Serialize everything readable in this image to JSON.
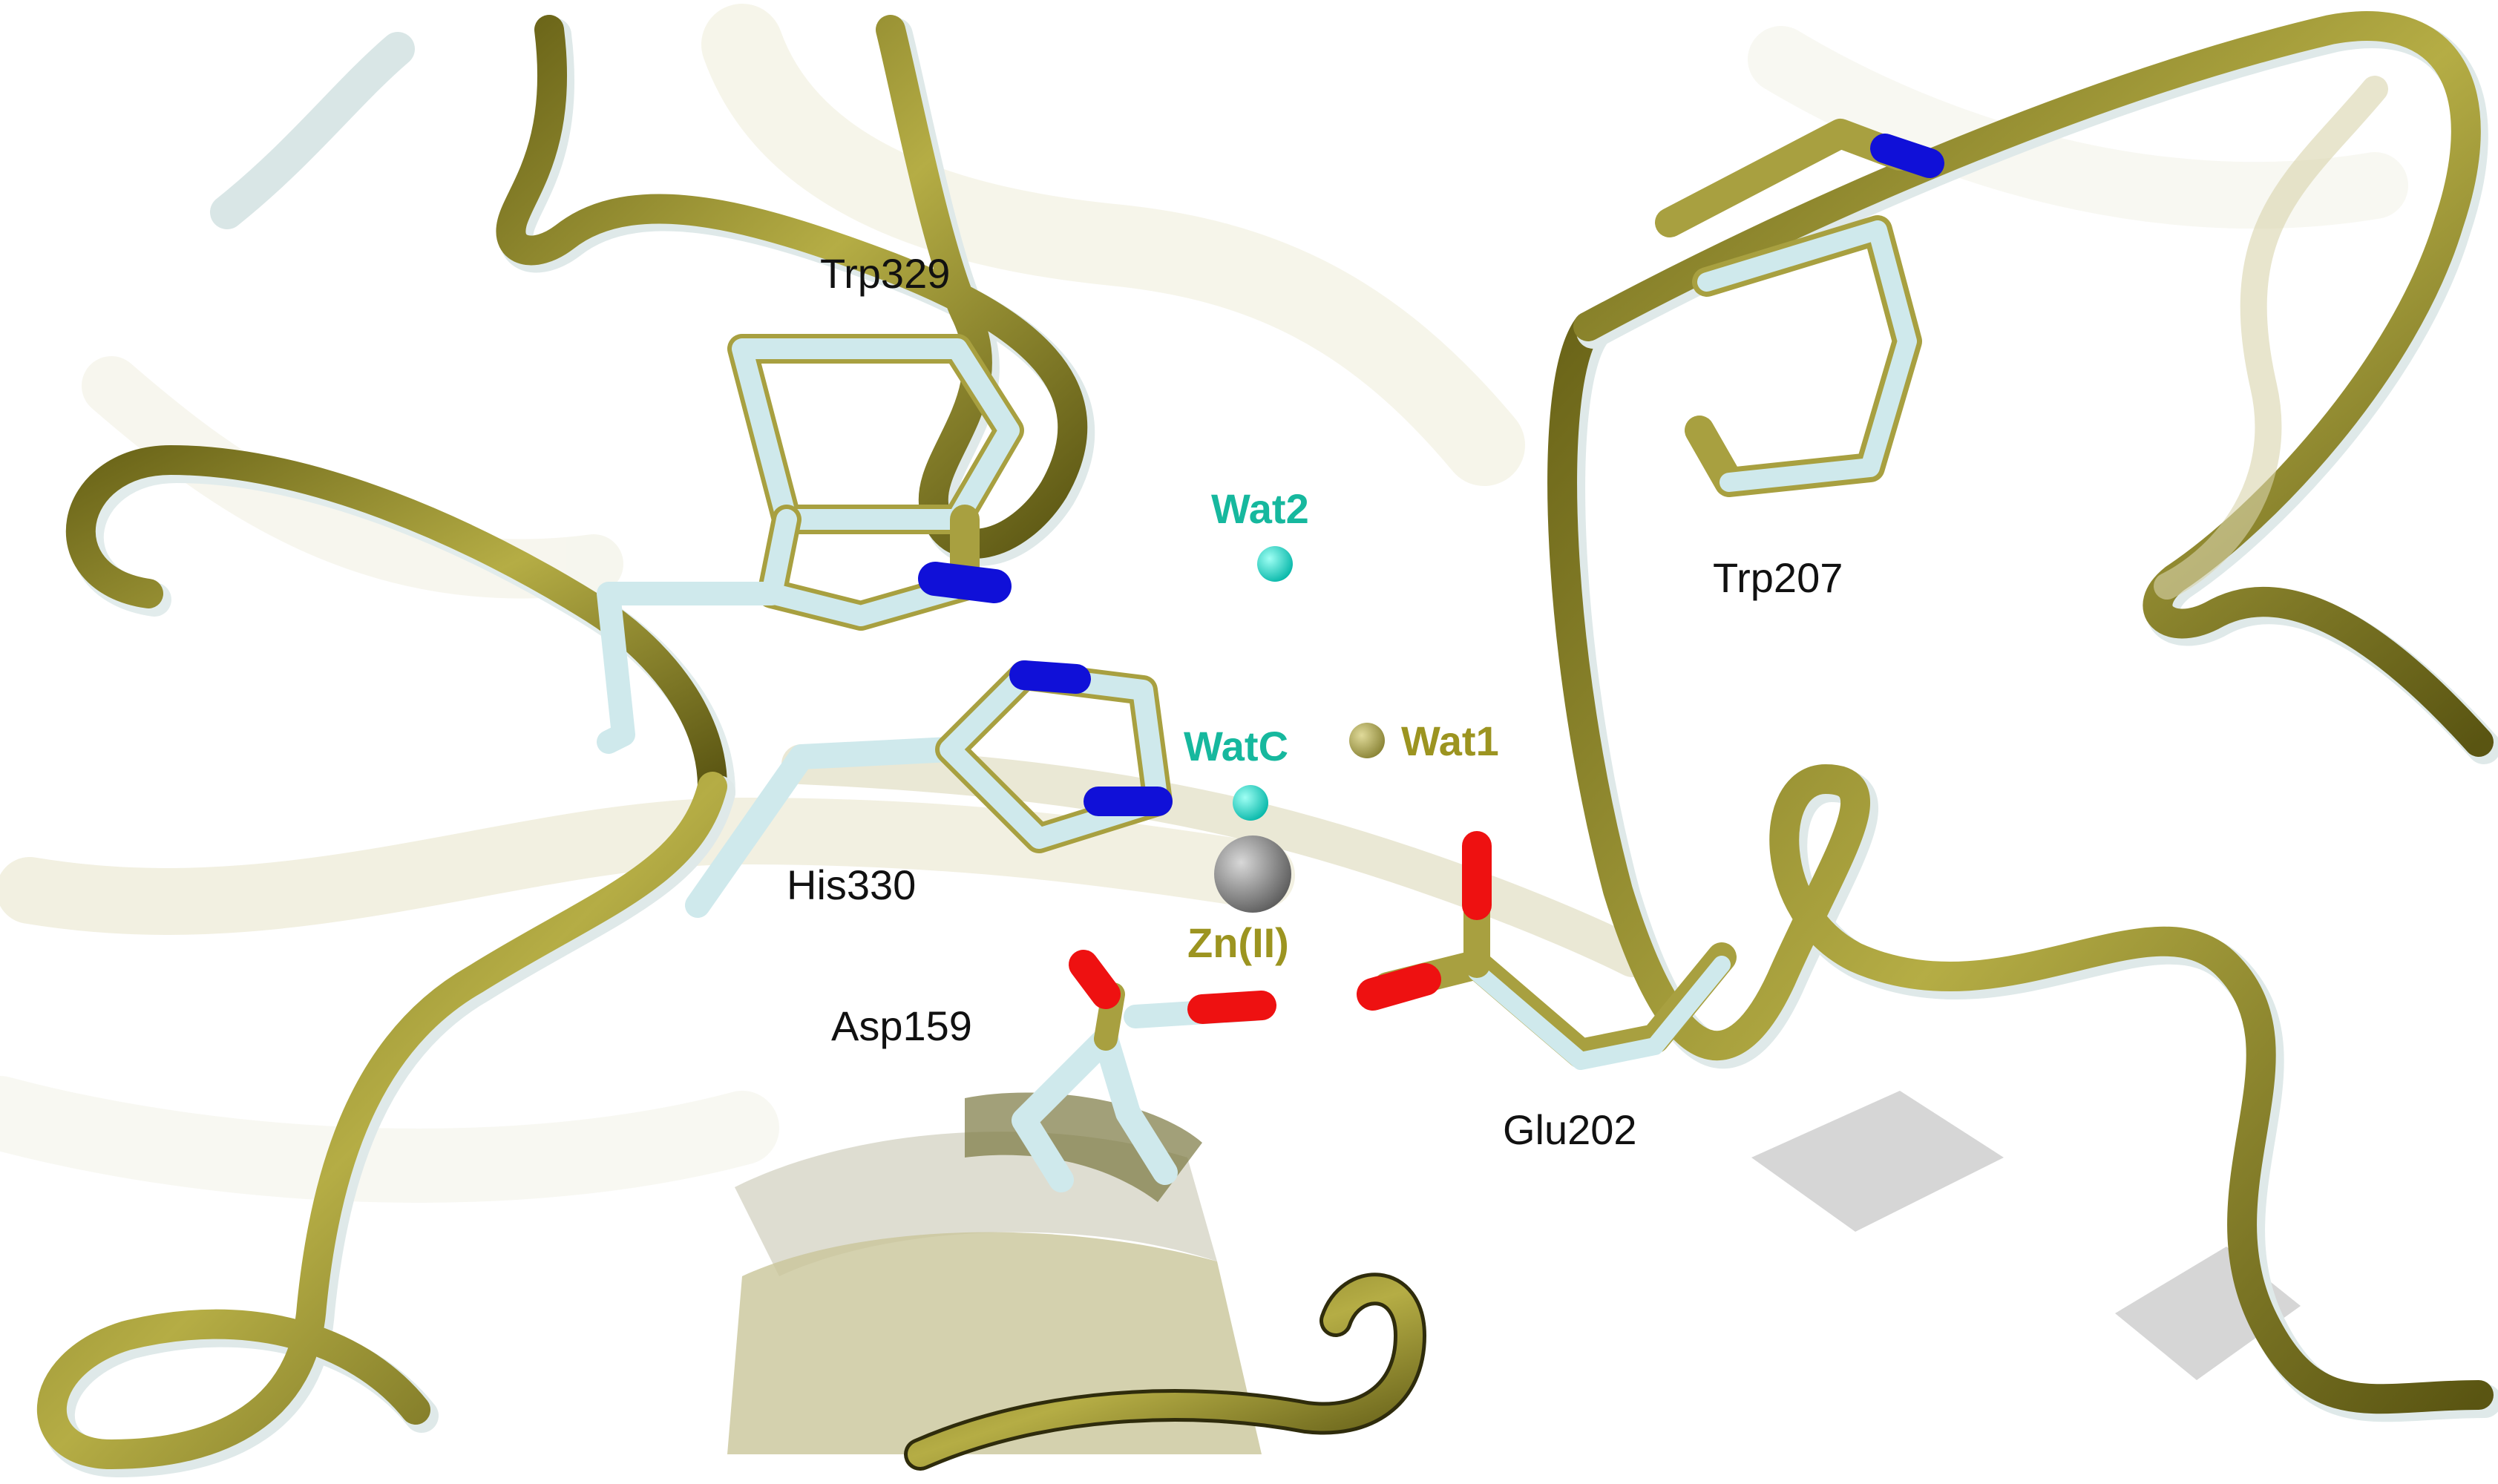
{
  "labels": {
    "trp329": "Trp329",
    "trp207": "Trp207",
    "his330": "His330",
    "asp159": "Asp159",
    "glu202": "Glu202",
    "wat2": "Wat2",
    "watc": "WatC",
    "wat1": "Wat1",
    "zn": "Zn(II)"
  },
  "colors": {
    "background": "#ffffff",
    "olive_ribbon": "#a8a040",
    "olive_dark": "#4a4512",
    "light_cyan_stick": "#cfe9ec",
    "nitrogen": "#1010d8",
    "oxygen": "#ee1111",
    "zinc": "#8c8c8c",
    "water_cyan": "#10d8c8",
    "water_olive": "#a8a050",
    "label_black": "#111111",
    "label_teal": "#16b89e",
    "label_olive": "#9c9420"
  }
}
